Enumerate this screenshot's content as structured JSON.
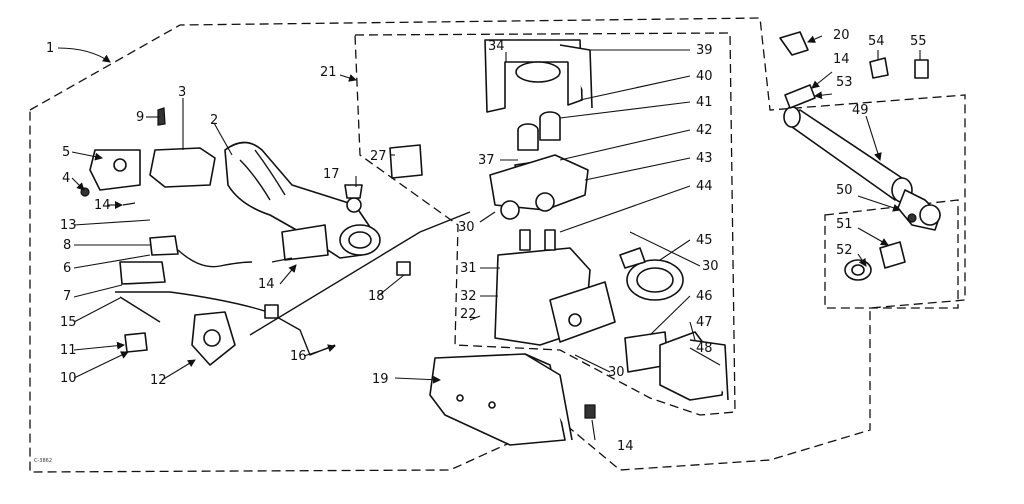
{
  "diagram": {
    "callouts": [
      "1",
      "2",
      "3",
      "4",
      "5",
      "6",
      "7",
      "8",
      "9",
      "10",
      "11",
      "12",
      "13",
      "14",
      "15",
      "16",
      "17",
      "18",
      "19",
      "20",
      "21",
      "22",
      "27",
      "30",
      "31",
      "32",
      "34",
      "37",
      "39",
      "40",
      "41",
      "42",
      "43",
      "44",
      "45",
      "46",
      "47",
      "48",
      "49",
      "50",
      "51",
      "52",
      "53",
      "54",
      "55"
    ],
    "drawing_number": "C-3862"
  }
}
